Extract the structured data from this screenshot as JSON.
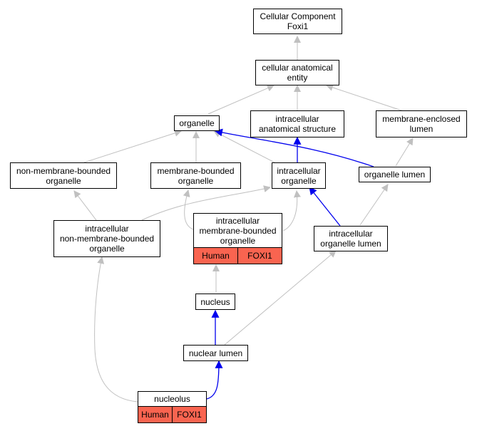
{
  "colors": {
    "edge_is_a": "#c0c0c0",
    "edge_part_of": "#0000ee",
    "annotated_fill": "#f96450"
  },
  "nodes": {
    "root": "Cellular Component\nFoxi1",
    "cellular_anatomical_entity": "cellular anatomical\nentity",
    "organelle": "organelle",
    "intracellular_anatomical_structure": "intracellular\nanatomical structure",
    "membrane_enclosed_lumen": "membrane-enclosed\nlumen",
    "non_membrane_bounded_organelle": "non-membrane-bounded\norganelle",
    "membrane_bounded_organelle": "membrane-bounded\norganelle",
    "intracellular_organelle": "intracellular\norganelle",
    "organelle_lumen": "organelle lumen",
    "intracellular_non_membrane_bounded_organelle": "intracellular\nnon-membrane-bounded\norganelle",
    "intracellular_membrane_bounded_organelle": {
      "label": "intracellular\nmembrane-bounded\norganelle",
      "species": "Human",
      "gene": "FOXI1"
    },
    "intracellular_organelle_lumen": "intracellular\norganelle lumen",
    "nucleus": "nucleus",
    "nuclear_lumen": "nuclear lumen",
    "nucleolus": {
      "label": "nucleolus",
      "species": "Human",
      "gene": "FOXI1"
    }
  }
}
